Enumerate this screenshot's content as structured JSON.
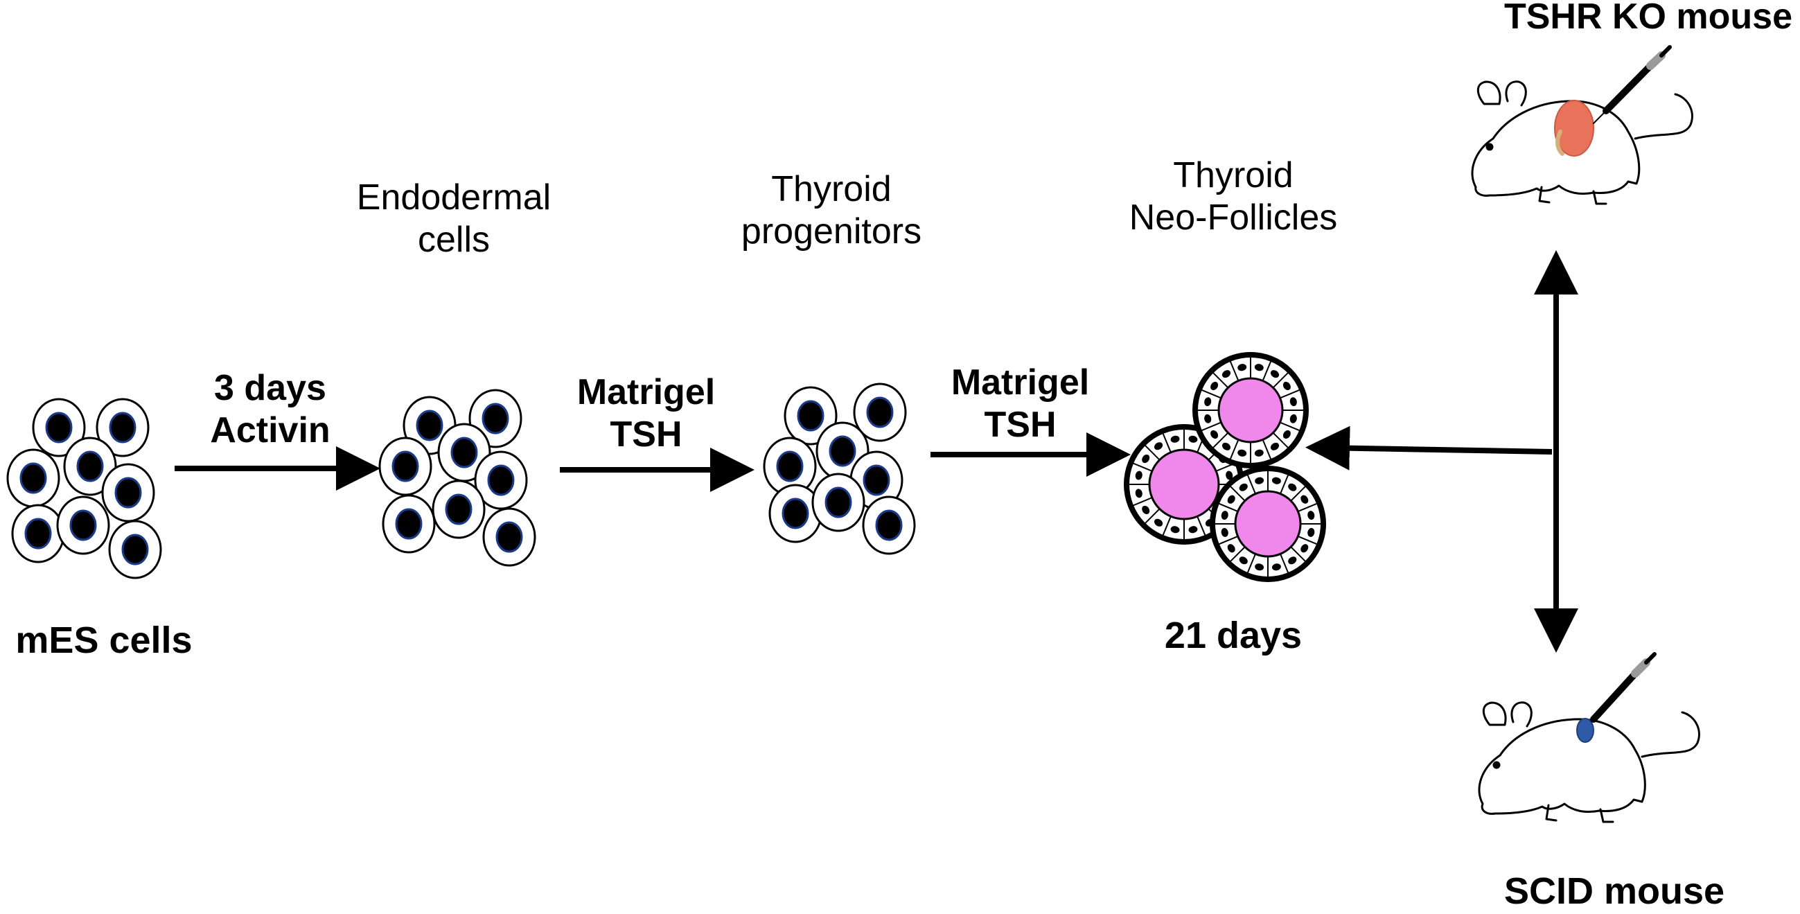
{
  "stages": {
    "mes_cells": "mES cells",
    "endodermal": [
      "Endodermal",
      "cells"
    ],
    "progenitors": [
      "Thyroid",
      "progenitors"
    ],
    "neo_follicles": [
      "Thyroid",
      "Neo-Follicles"
    ]
  },
  "arrows": {
    "step1": [
      "3 days",
      "Activin"
    ],
    "step2": [
      "Matrigel",
      "TSH"
    ],
    "step3": [
      "Matrigel",
      "TSH"
    ]
  },
  "duration": "21 days",
  "mice": {
    "top": "TSHR KO mouse",
    "bottom": "SCID mouse"
  },
  "colors": {
    "cell_fill": "#ffffff",
    "nucleus": "#000000",
    "nucleus_ring": "#1a3a8a",
    "follicle_lumen": "#f088ec",
    "kidney": "#e8735a",
    "graft_blue": "#2e5aa8"
  }
}
